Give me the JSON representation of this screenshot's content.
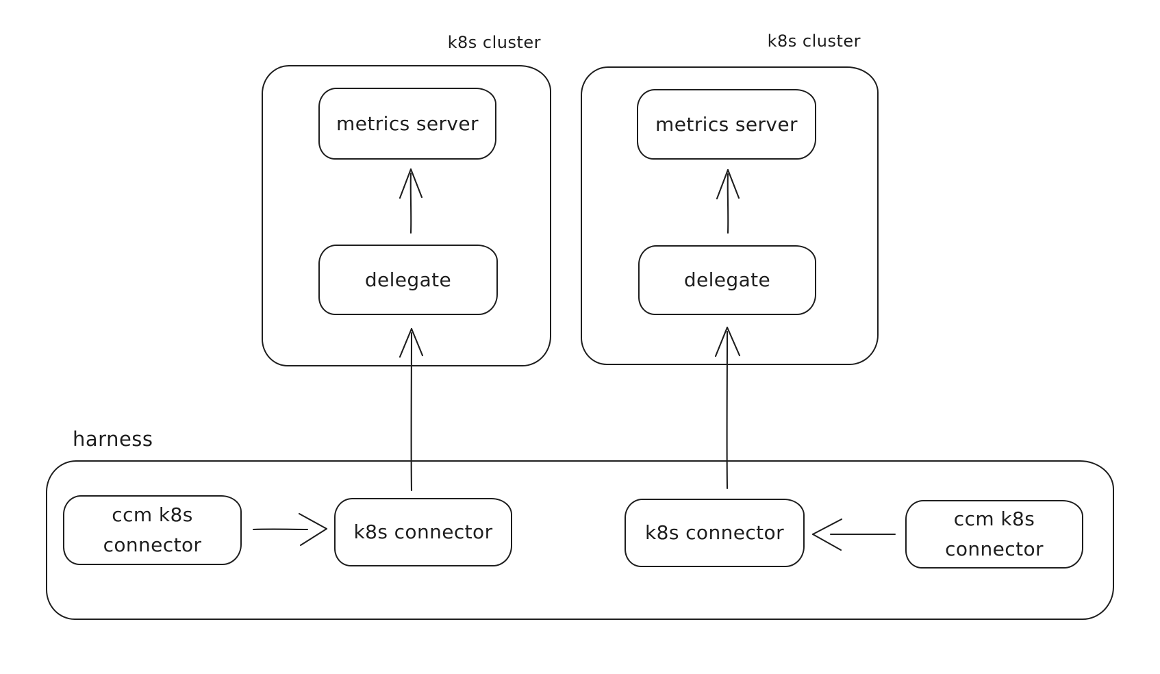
{
  "diagram_type": "architecture-sketch",
  "colors": {
    "stroke": "#1e1e1e",
    "background": "#ffffff"
  },
  "clusters": [
    {
      "title": "k8s cluster",
      "metrics_server": "metrics server",
      "delegate": "delegate"
    },
    {
      "title": "k8s cluster",
      "metrics_server": "metrics server",
      "delegate": "delegate"
    }
  ],
  "harness": {
    "title": "harness",
    "ccm_left": {
      "line1": "ccm k8s",
      "line2": "connector"
    },
    "k8s_left": "k8s connector",
    "k8s_right": "k8s connector",
    "ccm_right": {
      "line1": "ccm k8s",
      "line2": "connector"
    }
  },
  "relations": [
    "ccm k8s connector -> k8s connector (left)",
    "ccm k8s connector -> k8s connector (right)",
    "k8s connector -> delegate (left)",
    "k8s connector -> delegate (right)",
    "delegate -> metrics server (left)",
    "delegate -> metrics server (right)"
  ]
}
